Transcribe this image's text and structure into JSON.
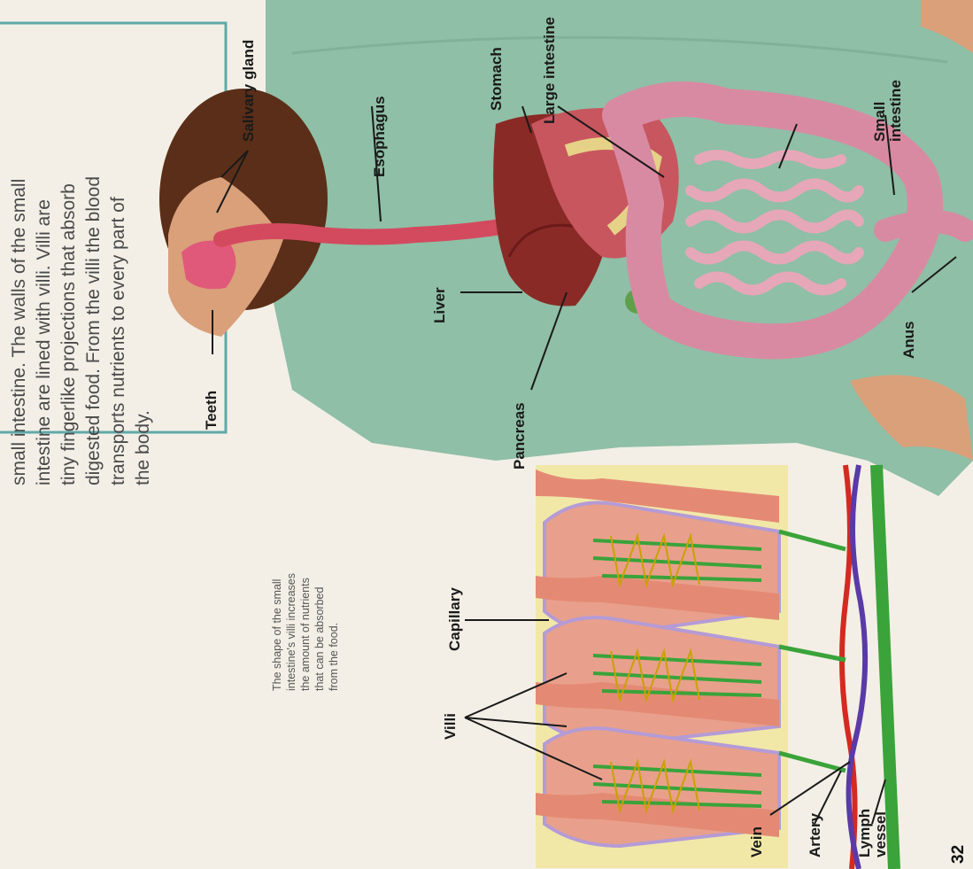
{
  "body_text": {
    "lines": [
      "small intestine. The walls of the small",
      "intestine are lined with villi. Villi are",
      "tiny fingerlike projections that absorb",
      "digested food. From the villi the blood",
      "transports nutrients to every part of",
      "the body."
    ]
  },
  "caption": {
    "lines": [
      "The shape of the small",
      "intestine's villi increases",
      "the amount of nutrients",
      "that can be absorbed",
      "from the food."
    ]
  },
  "labels": {
    "salivary_glands": "Salivary gland",
    "stomach": "Stomach",
    "large_intestine": "Large intestine",
    "esophagus": "Esophagus",
    "small_intestine": "Small intestine",
    "liver": "Liver",
    "teeth": "Teeth",
    "pancreas": "Pancreas",
    "anus": "Anus",
    "capillary": "Capillary",
    "villi": "Villi",
    "vein": "Vein",
    "artery": "Artery",
    "lymph_vessel": "Lymph vessel"
  },
  "page_number": "32",
  "colors": {
    "shirt": "#8fbfa6",
    "skin": "#d9a07a",
    "intestine": "#d98aa3",
    "liver": "#8a2a26",
    "villi_fill": "#e8a08c",
    "lymph": "#3aa33a",
    "artery": "#d42a20",
    "vein": "#5a3aa8"
  }
}
